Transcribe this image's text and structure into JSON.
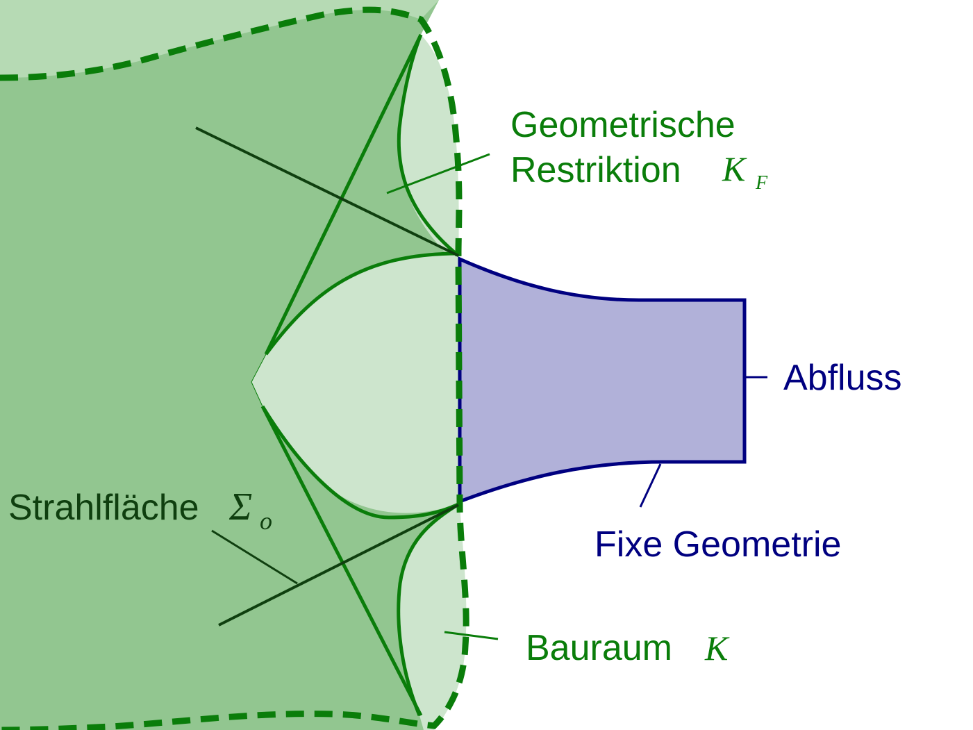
{
  "labels": {
    "geometric_restriction_line1": "Geometrische",
    "geometric_restriction_line2": "Restriktion",
    "geometric_restriction_symbol": "K",
    "geometric_restriction_subscript": "F",
    "outflow": "Abfluss",
    "fixed_geometry": "Fixe Geometrie",
    "beam_surface": "Strahlfläche",
    "beam_surface_symbol": "Σ",
    "beam_surface_subscript": "o",
    "build_space": "Bauraum",
    "build_space_symbol": "K"
  },
  "colors": {
    "build_space_fill": "#92c690",
    "light_green_fill": "#cde5cd",
    "top_left_fill": "#b6dab4",
    "green_stroke": "#0a7d0a",
    "dark_green": "#0f3f0f",
    "navy": "#000080",
    "outflow_fill": "#b1b1d9"
  }
}
